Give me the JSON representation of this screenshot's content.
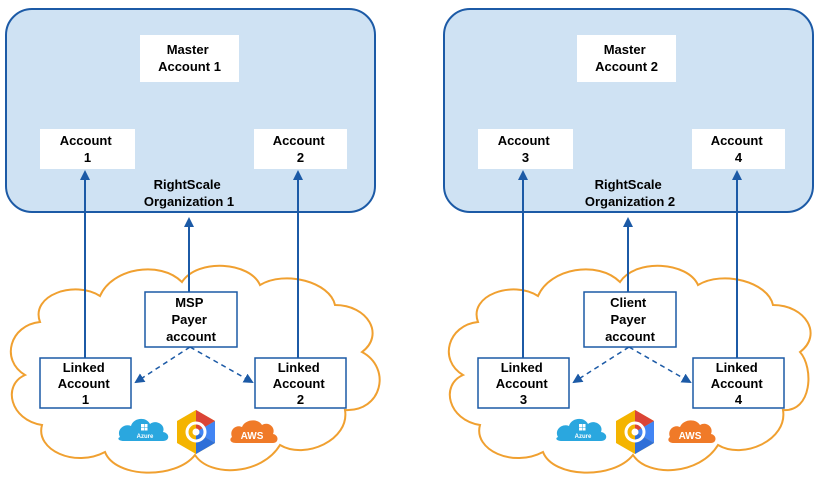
{
  "colors": {
    "org_fill": "#cfe2f3",
    "org_stroke": "#1c5aa6",
    "cloud_stroke": "#f0a030",
    "arrow": "#1c5aa6",
    "box_stroke": "#1c5aa6",
    "azure": "#2aa7df",
    "gcp_yellow": "#f4b400",
    "gcp_red": "#db4437",
    "gcp_blue": "#4285f4",
    "aws": "#f07a28"
  },
  "groups": [
    {
      "org_label": [
        "RightScale",
        "Organization 1"
      ],
      "master": [
        "Master",
        "Account 1"
      ],
      "accounts": [
        [
          "Account",
          "1"
        ],
        [
          "Account",
          "2"
        ]
      ],
      "payer": [
        "MSP",
        "Payer",
        "account"
      ],
      "linked": [
        [
          "Linked",
          "Account",
          "1"
        ],
        [
          "Linked",
          "Account",
          "2"
        ]
      ]
    },
    {
      "org_label": [
        "RightScale",
        "Organization 2"
      ],
      "master": [
        "Master",
        "Account 2"
      ],
      "accounts": [
        [
          "Account",
          "3"
        ],
        [
          "Account",
          "4"
        ]
      ],
      "payer": [
        "Client",
        "Payer",
        "account"
      ],
      "linked": [
        [
          "Linked",
          "Account",
          "3"
        ],
        [
          "Linked",
          "Account",
          "4"
        ]
      ]
    }
  ],
  "icons": {
    "azure": "azure-cloud-icon",
    "gcp": "google-cloud-hexagon-icon",
    "aws": "aws-cloud-icon"
  },
  "logo_text": {
    "azure": "Azure",
    "aws": "AWS"
  }
}
